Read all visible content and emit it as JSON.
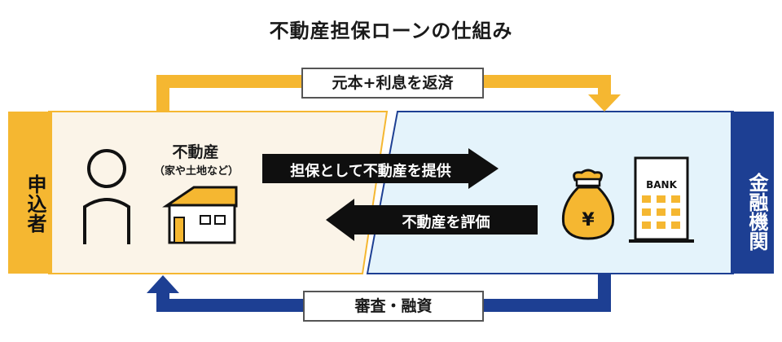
{
  "title": "不動産担保ローンの仕組み",
  "applicant": {
    "label": "申込者"
  },
  "institution": {
    "label": "金融機関"
  },
  "property": {
    "title": "不動産",
    "subtitle": "（家や土地など）"
  },
  "top_flow": {
    "label": "元本+利息を返済"
  },
  "bottom_flow": {
    "label": "審査・融資"
  },
  "middle_flows": {
    "to_bank": "担保として不動産を提供",
    "to_applicant": "不動産を評価"
  },
  "bank_icon": {
    "label": "BANK",
    "icon": "bank-building-icon"
  },
  "money_icon": {
    "symbol": "¥",
    "icon": "money-bag-icon"
  },
  "person_icon": {
    "icon": "person-icon"
  },
  "house_icon": {
    "icon": "house-icon"
  },
  "colors": {
    "applicant_bg": "#fbf4e8",
    "applicant_side": "#f5b731",
    "institution_bg": "#e4f3fb",
    "institution_side": "#1d3f93",
    "arrow_yellow": "#f5b731",
    "arrow_navy": "#1d3f93",
    "arrow_black": "#0f0f0f"
  }
}
